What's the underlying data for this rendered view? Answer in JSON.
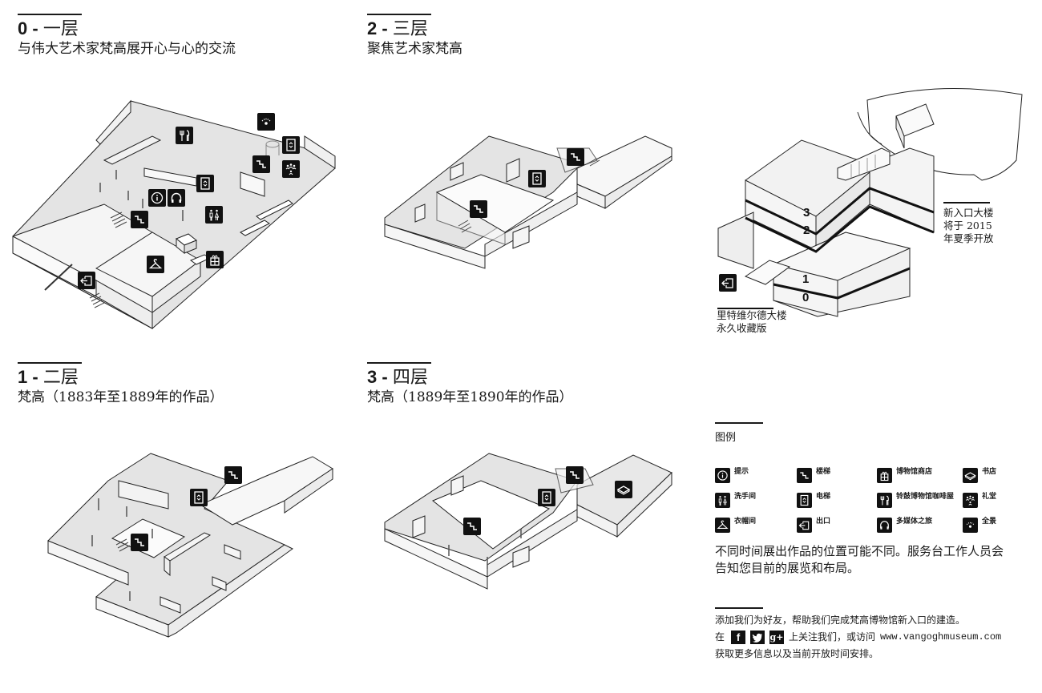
{
  "floors": [
    {
      "id": "floor-0",
      "number": "0",
      "separator": " - ",
      "name": "一层",
      "subtitle": "与伟大艺术家梵高展开心与心的交流",
      "icons": [
        "restaurant-icon",
        "panorama-icon",
        "elevator-icon",
        "stairs-icon",
        "auditorium-icon",
        "elevator-icon",
        "info-icon",
        "audio-tour-icon",
        "restroom-icon",
        "stairs-icon",
        "shop-icon",
        "cloakroom-icon",
        "exit-icon"
      ]
    },
    {
      "id": "floor-2",
      "number": "2",
      "separator": " - ",
      "name": "三层",
      "subtitle": "聚焦艺术家梵高",
      "icons": [
        "stairs-icon",
        "elevator-icon",
        "stairs-icon"
      ]
    },
    {
      "id": "floor-1",
      "number": "1",
      "separator": " - ",
      "name": "二层",
      "subtitle": "梵高（1883年至1889年的作品）",
      "icons": [
        "stairs-icon",
        "elevator-icon",
        "stairs-icon"
      ]
    },
    {
      "id": "floor-3",
      "number": "3",
      "separator": " - ",
      "name": "四层",
      "subtitle": "梵高（1889年至1890年的作品）",
      "icons": [
        "stairs-icon",
        "elevator-icon",
        "stairs-icon",
        "bookshop-icon"
      ]
    }
  ],
  "building": {
    "floor_labels": [
      "3",
      "2",
      "1",
      "0"
    ],
    "new_wing": {
      "lines": [
        "新入口大楼",
        "将于 2015",
        "年夏季开放"
      ]
    },
    "rietveld": {
      "lines": [
        "里特维尔德大楼",
        "永久收藏版"
      ]
    }
  },
  "legend": {
    "title": "图例",
    "items": [
      {
        "icon": "info-icon",
        "label": "提示"
      },
      {
        "icon": "stairs-icon",
        "label": "楼梯"
      },
      {
        "icon": "shop-icon",
        "label": "博物馆商店"
      },
      {
        "icon": "bookshop-icon",
        "label": "书店"
      },
      {
        "icon": "restroom-icon",
        "label": "洗手间"
      },
      {
        "icon": "elevator-icon",
        "label": "电梯"
      },
      {
        "icon": "restaurant-icon",
        "label": "铃鼓博物馆咖啡屋"
      },
      {
        "icon": "auditorium-icon",
        "label": "礼堂"
      },
      {
        "icon": "cloakroom-icon",
        "label": "衣帽间"
      },
      {
        "icon": "exit-icon",
        "label": "出口"
      },
      {
        "icon": "audio-tour-icon",
        "label": "多媒体之旅"
      },
      {
        "icon": "panorama-icon",
        "label": "全景"
      }
    ]
  },
  "note": "不同时间展出作品的位置可能不同。服务台工作人员会告知您目前的展览和布局。",
  "social": {
    "line1": "添加我们为好友，帮助我们完成梵高博物馆新入口的建造。",
    "prefix": "在",
    "facebook": "f",
    "twitter": "t",
    "googleplus": "g+",
    "middle": "上关注我们，或访问",
    "url": "www.vangoghmuseum.com",
    "line3": "获取更多信息以及当前开放时间安排。"
  }
}
